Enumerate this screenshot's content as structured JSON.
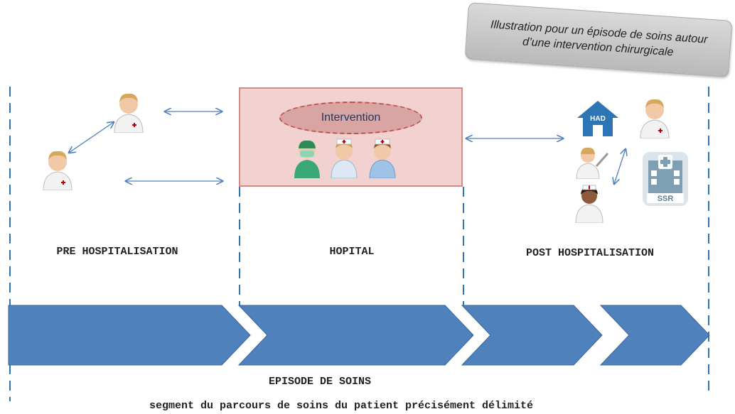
{
  "note": "Illustration pour un épisode de soins autour\nd’une intervention chirurgicale",
  "intervention_label": "Intervention",
  "sections": {
    "pre": "PRE HOSPITALISATION",
    "hopital": "HOPITAL",
    "post": "POST HOSPITALISATION"
  },
  "icons": {
    "had_label": "HAD",
    "ssr_label": "SSR"
  },
  "footer": {
    "title": "EPISODE DE SOINS",
    "subtitle": "segment du parcours de soins du patient précisément délimité"
  },
  "colors": {
    "arrow_fill": "#4f81bd",
    "hospital_fill": "#f2d2d0",
    "building": "#2e75b6",
    "ssr": "#7f9fb3"
  }
}
